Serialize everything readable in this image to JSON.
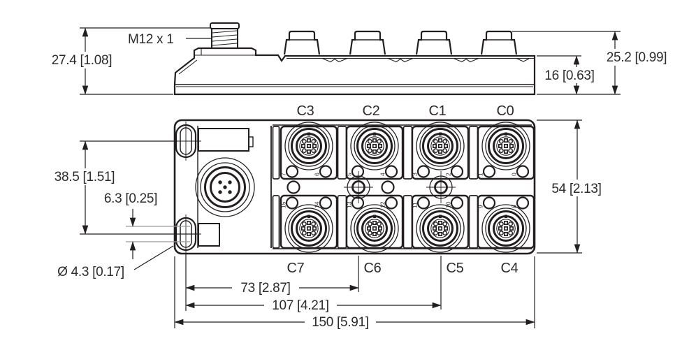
{
  "side_view": {
    "thread_label": "M12 x 1",
    "dim_overall_height": "27.4 [1.08]",
    "dim_connector_height": "25.2 [0.99]",
    "dim_body_height": "16 [0.63]"
  },
  "plan_view": {
    "ports_top": [
      "C3",
      "C2",
      "C1",
      "C0"
    ],
    "ports_bottom": [
      "C7",
      "C6",
      "C5",
      "C4"
    ],
    "led_numbers_top": [
      [
        "7",
        "6"
      ],
      [
        "5",
        "4"
      ],
      [
        "3",
        "2"
      ],
      [
        "1",
        "0"
      ]
    ],
    "led_numbers_bottom": [
      [
        "15",
        "14"
      ],
      [
        "13",
        "12"
      ],
      [
        "11",
        "10"
      ],
      [
        "9",
        "8"
      ]
    ],
    "dim_height": "54 [2.13]",
    "dim_mount_hole_pitch": "38.5 [1.51]",
    "dim_slot_length": "6.3 [0.25]",
    "dim_mount_hole_dia": "Ø 4.3 [0.17]",
    "dim_screw1_offset": "73 [2.87]",
    "dim_screw2_offset": "107 [4.21]",
    "dim_overall_length": "150 [5.91]"
  },
  "colors": {
    "line": "#231f20",
    "text": "#2d2a2b",
    "centerline_gray": "#9a9a9a",
    "background": "#ffffff"
  }
}
